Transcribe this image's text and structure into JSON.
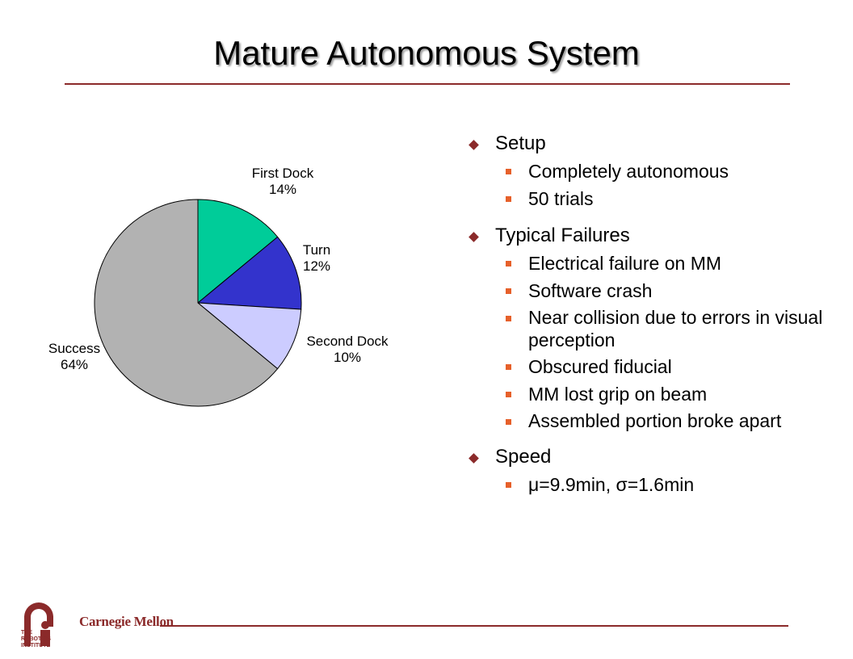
{
  "slide": {
    "title": "Mature Autonomous System",
    "logo_text": "Carnegie Mellon",
    "logo_sub": [
      "THE",
      "ROBOTICS",
      "INSTITUTE"
    ]
  },
  "chart_data": {
    "type": "pie",
    "slices": [
      {
        "name": "First Dock",
        "value": 14,
        "label": "14%",
        "color": "#00cc99"
      },
      {
        "name": "Turn",
        "value": 12,
        "label": "12%",
        "color": "#3333cc"
      },
      {
        "name": "Second Dock",
        "value": 10,
        "label": "10%",
        "color": "#ccccff"
      },
      {
        "name": "Success",
        "value": 64,
        "label": "64%",
        "color": "#b2b2b2"
      }
    ],
    "start": "12 o'clock",
    "direction": "clockwise"
  },
  "bullets": [
    {
      "text": "Setup",
      "items": [
        "Completely autonomous",
        "50 trials"
      ]
    },
    {
      "text": "Typical Failures",
      "items": [
        "Electrical failure on MM",
        "Software crash",
        "Near collision due to errors in visual perception",
        "Obscured fiducial",
        "MM lost grip on beam",
        "Assembled portion broke apart"
      ]
    },
    {
      "text": "Speed",
      "items": [
        "μ=9.9min, σ=1.6min"
      ]
    }
  ],
  "colors": {
    "accent": "#8b2a2a",
    "sub_bullet": "#e6602a"
  }
}
